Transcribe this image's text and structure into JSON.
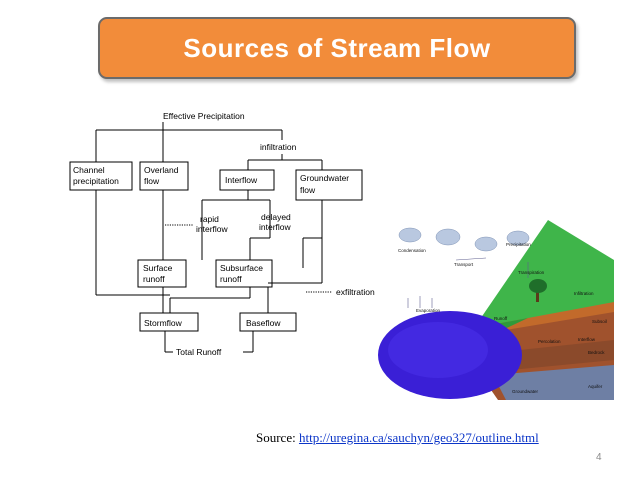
{
  "slide": {
    "title": "Sources of Stream Flow",
    "source_label": "Source:",
    "source_url": "http://uregina.ca/sauchyn/geo327/outline.html",
    "page_number": "4"
  },
  "diagram": {
    "effective_precipitation": "Effective Precipitation",
    "infiltration": "infiltration",
    "channel_precipitation": [
      "Channel",
      "precipitation"
    ],
    "overland_flow": [
      "Overland",
      "flow"
    ],
    "interflow": "Interflow",
    "groundwater_flow": [
      "Groundwater",
      "flow"
    ],
    "rapid_interflow": [
      "rapid",
      "interflow"
    ],
    "delayed_interflow": [
      "delayed",
      "interflow"
    ],
    "surface_runoff": [
      "Surface",
      "runoff"
    ],
    "subsurface_runoff": [
      "Subsurface",
      "runoff"
    ],
    "exfiltration": "exfiltration",
    "stormflow": "Stormflow",
    "baseflow": "Baseflow",
    "total_runoff": "Total Runoff"
  },
  "illustration": {
    "condensation": "Condensation",
    "transport": "Transport",
    "precipitation": "Precipitation",
    "transpiration": "Transpiration",
    "evaporation": "Evaporation",
    "runoff": "Runoff",
    "infiltration": "Infiltration",
    "subsoil": "Subsoil",
    "percolation": "Percolation",
    "interflow": "Interflow",
    "bedrock": "Bedrock",
    "aquifer": "Aquifer",
    "groundwater": "Groundwater"
  },
  "colors": {
    "title_bg": "#f28c3a",
    "link": "#0b35c8",
    "mountain": "#3fb54a",
    "lake": "#3a1fd6"
  }
}
